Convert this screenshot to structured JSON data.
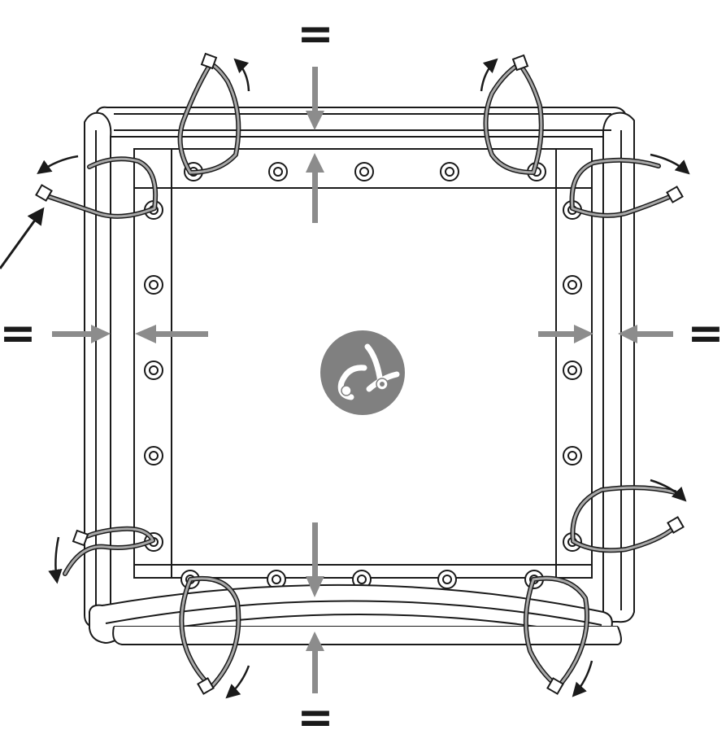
{
  "diagram": {
    "equal_mark": "=",
    "colors": {
      "line": "#1a1a1a",
      "gray_arrow": "#8c8c8c",
      "tie_fill": "#a8a8a8",
      "logo_circle": "#808080",
      "sheet_fill": "#ffffff"
    },
    "icons": [
      "equal-sign-icon",
      "compression-arrow-icon",
      "cable-tie-icon",
      "grommet-icon",
      "rotation-arrow-icon",
      "brand-logo-icon"
    ],
    "equal_marks": [
      {
        "side": "top"
      },
      {
        "side": "left"
      },
      {
        "side": "right"
      },
      {
        "side": "bottom"
      }
    ]
  }
}
